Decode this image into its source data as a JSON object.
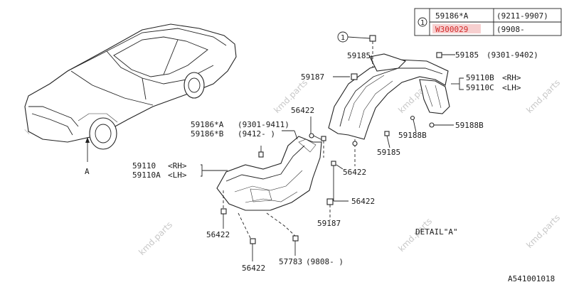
{
  "legend": {
    "marker": "1",
    "rows": [
      {
        "part": "59186*A",
        "range": "(9211-9907)",
        "highlight": false
      },
      {
        "part": "W300029",
        "range": "(9908-     ",
        "highlight": true
      }
    ]
  },
  "labels": {
    "callout_1": "1",
    "p59185_top": "59185",
    "p59185_right": "59185",
    "p59185_right_range": "(9301-9402)",
    "p59187_top": "59187",
    "p59110b": "59110B",
    "p59110b_side": "<RH>",
    "p59110c": "59110C",
    "p59110c_side": "<LH>",
    "p56422_a": "56422",
    "p59188b_a": "59188B",
    "p59188b_b": "59188B",
    "p59186a": "59186*A",
    "p59186a_range": "(9301-9411)",
    "p59186b": "59186*B",
    "p59186b_range": "(9412-   )",
    "p59185_mid": "59185",
    "p59110": "59110",
    "p59110_side": "<RH>",
    "p59110a": "59110A",
    "p59110a_side": "<LH>",
    "p56422_b": "56422",
    "p56422_c": "56422",
    "p56422_d": "56422",
    "p59187_bot": "59187",
    "p56422_e": "56422",
    "p57783": "57783",
    "p57783_range": "(9808-     )",
    "letter_a": "A",
    "detail": "DETAIL\"A\"",
    "diagram_code": "A541001018"
  },
  "watermark": "kmd.parts",
  "colors": {
    "highlight": "#d22a2a",
    "line": "#222222",
    "watermark": "#c8c8c8"
  }
}
